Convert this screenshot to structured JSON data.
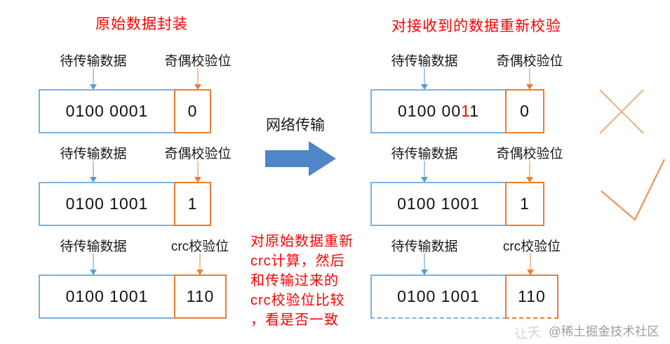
{
  "left_panel": {
    "title": "原始数据封装",
    "rows": [
      {
        "data_label": "待传输数据",
        "check_label": "奇偶校验位",
        "data": "0100 0001",
        "check": "0"
      },
      {
        "data_label": "待传输数据",
        "check_label": "奇偶校验位",
        "data": "0100 1001",
        "check": "1"
      },
      {
        "data_label": "待传输数据",
        "check_label": "crc校验位",
        "data": "0100 1001",
        "check": "110"
      }
    ]
  },
  "middle": {
    "transfer_label": "网络传输",
    "note_lines": [
      "对原始数据重新",
      "crc计算，然后",
      "和传输过来的",
      "crc校验位比较",
      "，看是否一致"
    ]
  },
  "right_panel": {
    "title": "对接收到的数据重新校验",
    "rows": [
      {
        "data_label": "待传输数据",
        "check_label": "奇偶校验位",
        "data_prefix": "0100 00",
        "data_error_bit": "1",
        "data_suffix": "1",
        "check": "0",
        "result": "error"
      },
      {
        "data_label": "待传输数据",
        "check_label": "奇偶校验位",
        "data": "0100 1001",
        "check": "1",
        "result": "ok"
      },
      {
        "data_label": "待传输数据",
        "check_label": "crc校验位",
        "data": "0100 1001",
        "check": "110"
      }
    ]
  },
  "watermark": {
    "faint_text": "让天",
    "credit": "@稀土掘金技术社区"
  },
  "colors": {
    "box_blue": "#7eb0df",
    "box_orange": "#ed7d31",
    "arrow_head_blue": "#5b9bd5",
    "arrow_line_blue": "#a9cbea",
    "arrow_head_orange": "#ed7d31",
    "arrow_line_orange": "#f6c296",
    "block_arrow_blue": "#4e86c8",
    "accent_red": "#ff0000",
    "mark_cross_orange": "#f2ac7f",
    "mark_check_orange": "#ec9c5f",
    "watermark_gray": "#9e9e9e"
  }
}
